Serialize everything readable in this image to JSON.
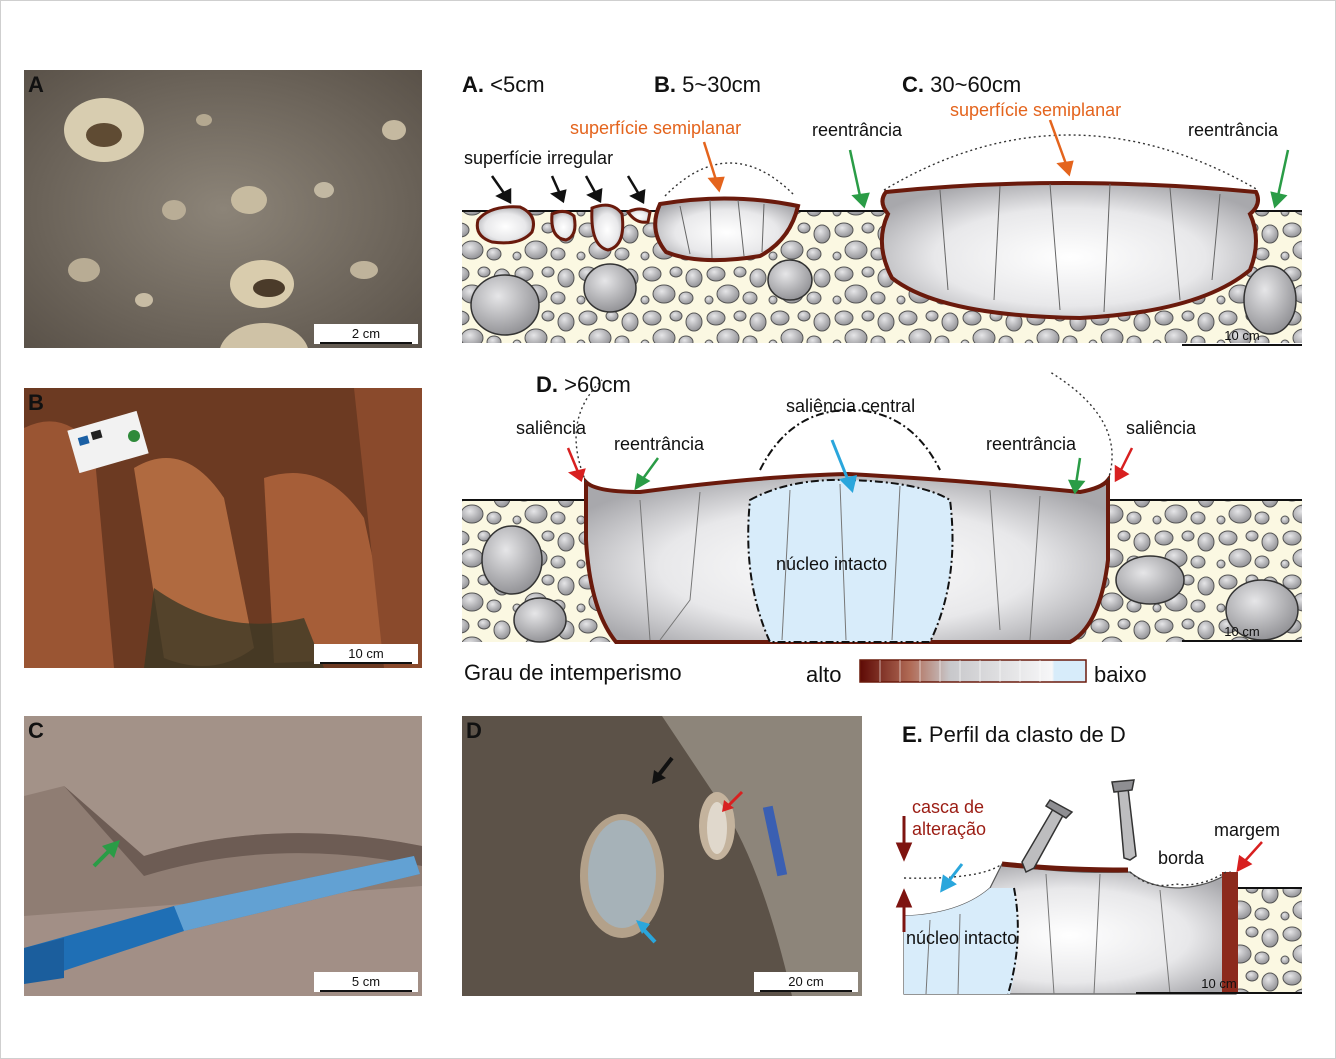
{
  "photos": [
    {
      "letter": "A",
      "scale": "2 cm"
    },
    {
      "letter": "B",
      "scale": "10 cm"
    },
    {
      "letter": "C",
      "scale": "5 cm"
    },
    {
      "letter": "D",
      "scale": "20 cm"
    }
  ],
  "diagram_top": {
    "a_letter": "A.",
    "a_size": "<5cm",
    "b_letter": "B.",
    "b_size": "5~30cm",
    "c_letter": "C.",
    "c_size": "30~60cm",
    "superficie_irregular": "superfície irregular",
    "superficie_semiplanar_b": "superfície semiplanar",
    "superficie_semiplanar_c": "superfície semiplanar",
    "reentrancia_left": "reentrância",
    "reentrancia_right": "reentrância",
    "scale": "10 cm"
  },
  "diagram_mid": {
    "d_letter": "D.",
    "d_size": ">60cm",
    "saliencia_left": "saliência",
    "reentrancia_left": "reentrância",
    "saliencia_central": "saliência central",
    "reentrancia_right": "reentrância",
    "saliencia_right": "saliência",
    "nucleo": "núcleo intacto",
    "scale": "10 cm"
  },
  "legend": {
    "title": "Grau de intemperismo",
    "high": "alto",
    "low": "baixo",
    "colors": [
      "#5e0a05",
      "#8c2a1c",
      "#a8553f",
      "#c08575",
      "#d0aaa1",
      "#c9c9cc",
      "#d7d7da",
      "#e3e3e5",
      "#eeeeef",
      "#f7f7f8",
      "#d7ecfa"
    ]
  },
  "diagram_e": {
    "e_letter": "E.",
    "title": "Perfil da clasto de D",
    "casca_line1": "casca de",
    "casca_line2": "alteração",
    "borda": "borda",
    "margem": "margem",
    "nucleo": "núcleo intacto",
    "scale": "10 cm"
  }
}
